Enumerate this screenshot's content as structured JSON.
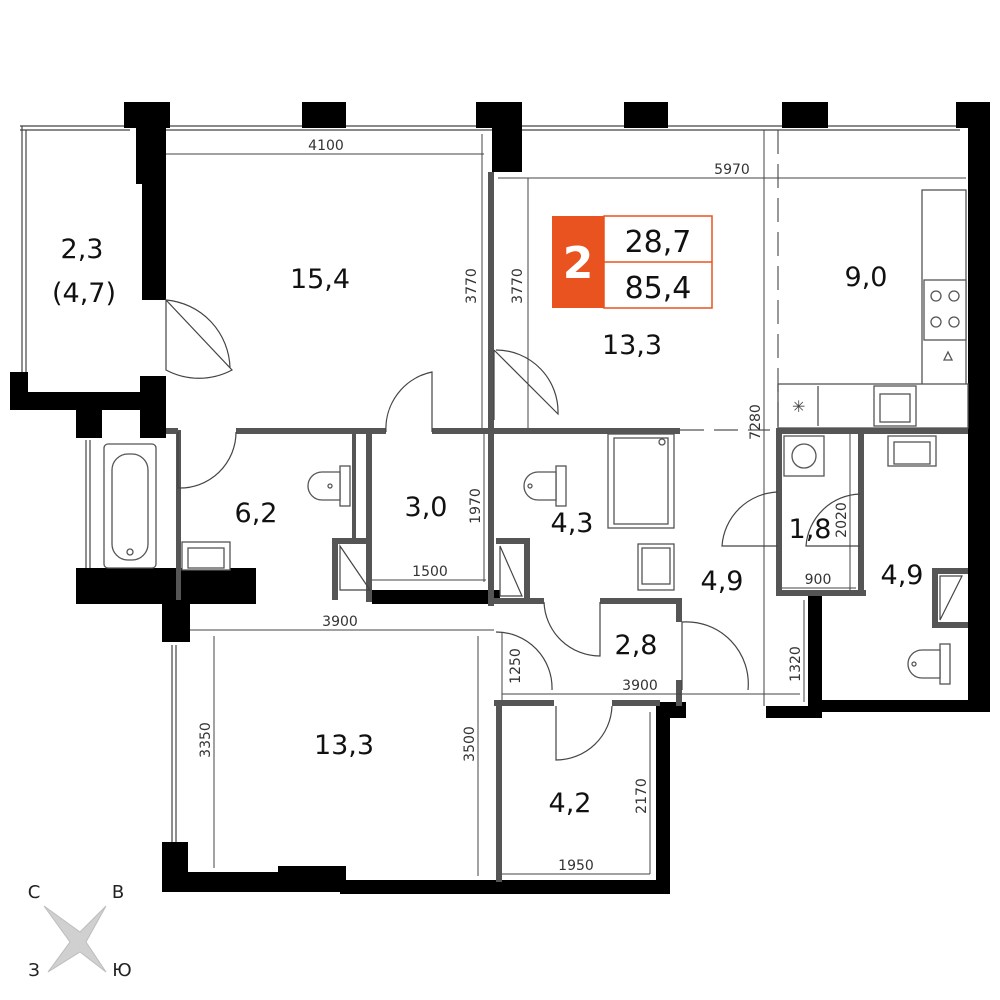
{
  "badge": {
    "rooms": "2",
    "living_area": "28,7",
    "total_area": "85,4",
    "accent_color": "#E8531F"
  },
  "rooms": {
    "balcony_area": "2,3",
    "balcony_area_full": "(4,7)",
    "bedroom_top": "15,4",
    "living_room": "13,3",
    "kitchen": "9,0",
    "bathroom_left": "6,2",
    "wardrobe": "3,0",
    "bathroom_mid": "4,3",
    "hall": "4,9",
    "laundry": "1,8",
    "bathroom_right": "4,9",
    "corridor": "2,8",
    "bedroom_bottom": "13,3",
    "storage": "4,2"
  },
  "dimensions": {
    "d4100": "4100",
    "d5970": "5970",
    "d3770a": "3770",
    "d3770b": "3770",
    "d7280": "7280",
    "d1970": "1970",
    "d1500": "1500",
    "d2020": "2020",
    "d900": "900",
    "d3900a": "3900",
    "d1250": "1250",
    "d1320": "1320",
    "d3900b": "3900",
    "d3350": "3350",
    "d3500": "3500",
    "d2170": "2170",
    "d1950": "1950"
  },
  "compass": {
    "north": "С",
    "east": "В",
    "west": "З",
    "south": "Ю"
  }
}
